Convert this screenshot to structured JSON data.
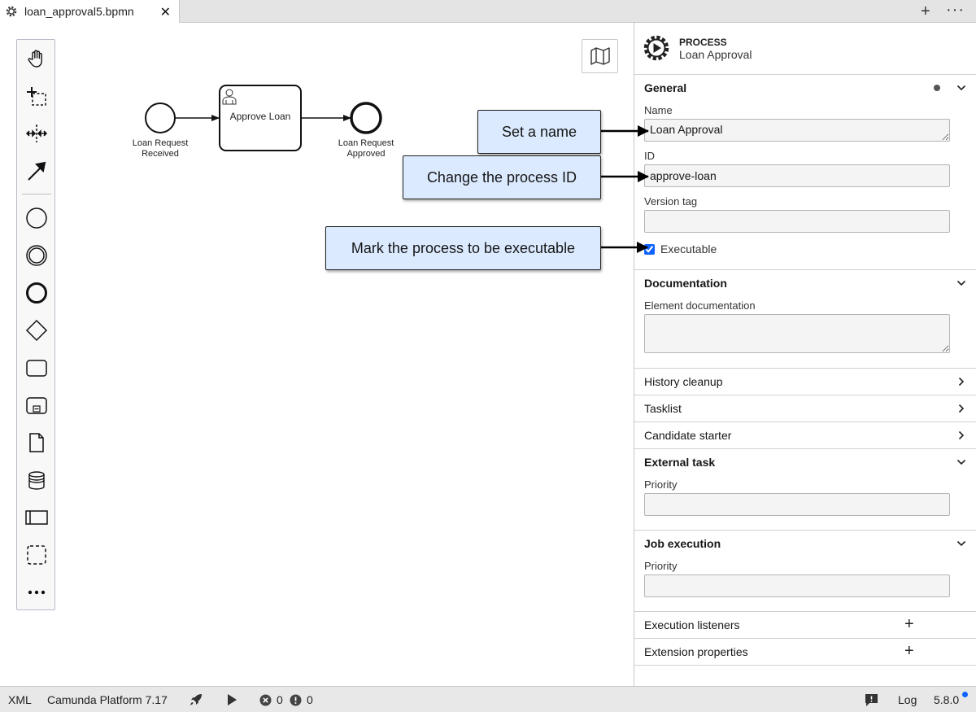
{
  "tab": {
    "title": "loan_approval5.bpmn",
    "close": "✕"
  },
  "tabbar": {
    "add": "+",
    "more": "···"
  },
  "diagram": {
    "start_event_label": "Loan Request Received",
    "task_label": "Approve Loan",
    "end_event_label": "Loan Request Approved"
  },
  "callouts": {
    "name": "Set a name",
    "id": "Change the process ID",
    "executable": "Mark the process to be executable"
  },
  "properties": {
    "element_type": "PROCESS",
    "element_name": "Loan Approval",
    "general": {
      "title": "General",
      "name_label": "Name",
      "name_value": "Loan Approval",
      "id_label": "ID",
      "id_value": "approve-loan",
      "version_label": "Version tag",
      "version_value": "",
      "executable_label": "Executable",
      "executable_checked": true
    },
    "documentation": {
      "title": "Documentation",
      "label": "Element documentation",
      "value": ""
    },
    "history_cleanup": "History cleanup",
    "tasklist": "Tasklist",
    "candidate_starter": "Candidate starter",
    "external_task": {
      "title": "External task",
      "priority_label": "Priority",
      "priority_value": ""
    },
    "job_execution": {
      "title": "Job execution",
      "priority_label": "Priority",
      "priority_value": ""
    },
    "execution_listeners": "Execution listeners",
    "extension_properties": "Extension properties",
    "plus": "+"
  },
  "statusbar": {
    "xml": "XML",
    "platform": "Camunda Platform 7.17",
    "errors": "0",
    "warnings": "0",
    "log": "Log",
    "version": "5.8.0",
    "accent": "#0f62fe"
  }
}
